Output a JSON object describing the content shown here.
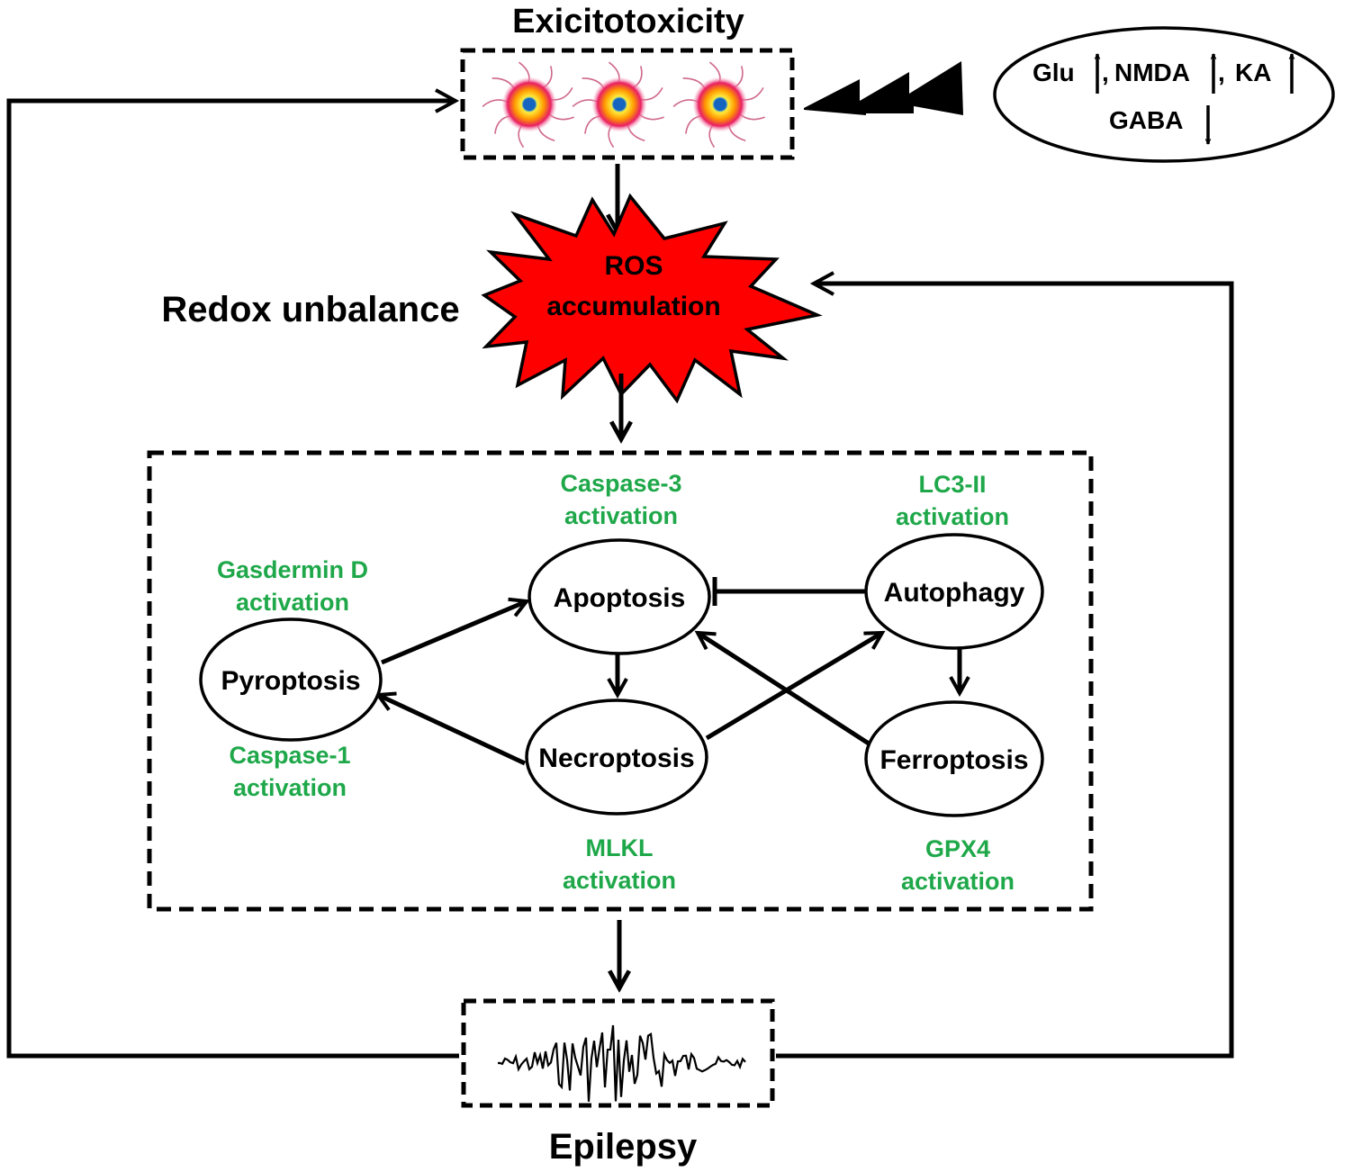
{
  "title": "Exicitotoxicity",
  "neurotransmitters": {
    "glu": "Glu",
    "nmda": "NMDA",
    "ka": "KA",
    "gaba": "GABA",
    "separator": ","
  },
  "ros": {
    "line1": "ROS",
    "line2": "accumulation"
  },
  "redox_label": "Redox unbalance",
  "nodes": {
    "pyroptosis": "Pyroptosis",
    "apoptosis": "Apoptosis",
    "necroptosis": "Necroptosis",
    "autophagy": "Autophagy",
    "ferroptosis": "Ferroptosis"
  },
  "markers": {
    "gasdermin": [
      "Gasdermin D",
      "activation"
    ],
    "caspase1": [
      "Caspase-1",
      "activation"
    ],
    "caspase3": [
      "Caspase-3",
      "activation"
    ],
    "mlkl": [
      "MLKL",
      "activation"
    ],
    "lc3": [
      "LC3-II",
      "activation"
    ],
    "gpx4": [
      "GPX4",
      "activation"
    ]
  },
  "epilepsy_label": "Epilepsy",
  "colors": {
    "marker_text": "#1fa84a",
    "ros_fill": "#ff0000",
    "neuron_core": "#1565c0"
  }
}
